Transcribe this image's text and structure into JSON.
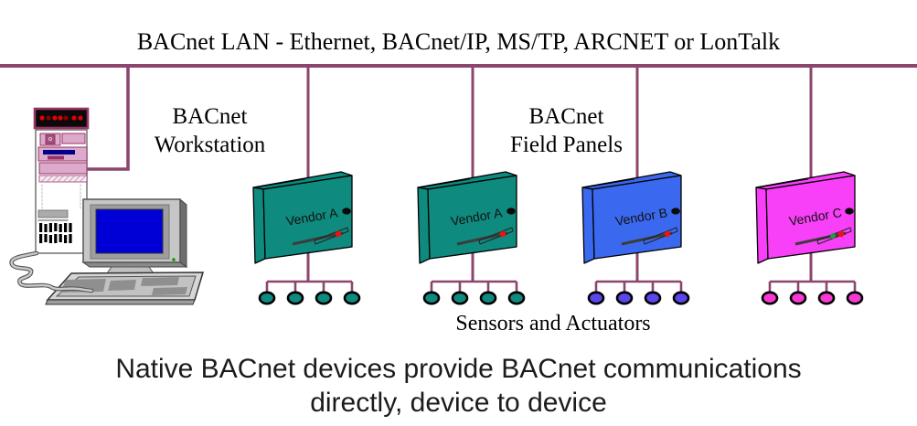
{
  "title": "BACnet LAN - Ethernet, BACnet/IP, MS/TP, ARCNET or LonTalk",
  "workstation": {
    "label_line1": "BACnet",
    "label_line2": "Workstation"
  },
  "field_panels": {
    "label_line1": "BACnet",
    "label_line2": "Field Panels"
  },
  "sensors_label": "Sensors and Actuators",
  "caption": {
    "line1": "Native BACnet devices provide BACnet communications",
    "line2": "directly, device to device"
  },
  "panels": [
    {
      "vendor": "Vendor A",
      "face_color": "#0E8A7E",
      "sensor_color": "#0E8A7E"
    },
    {
      "vendor": "Vendor A",
      "face_color": "#0E8A7E",
      "sensor_color": "#0E8A7E"
    },
    {
      "vendor": "Vendor B",
      "face_color": "#3A69EF",
      "sensor_color": "#5A46EB"
    },
    {
      "vendor": "Vendor C",
      "face_color": "#F840F8",
      "sensor_color": "#F83AD4"
    }
  ],
  "colors": {
    "line": "#8C466E",
    "screen": "#0000D6",
    "bay_fill": "#DCAACB",
    "bay_stroke": "#993366",
    "slot_red_led": "#EE1111",
    "vendor_c_green_led": "#1E9E3C"
  }
}
